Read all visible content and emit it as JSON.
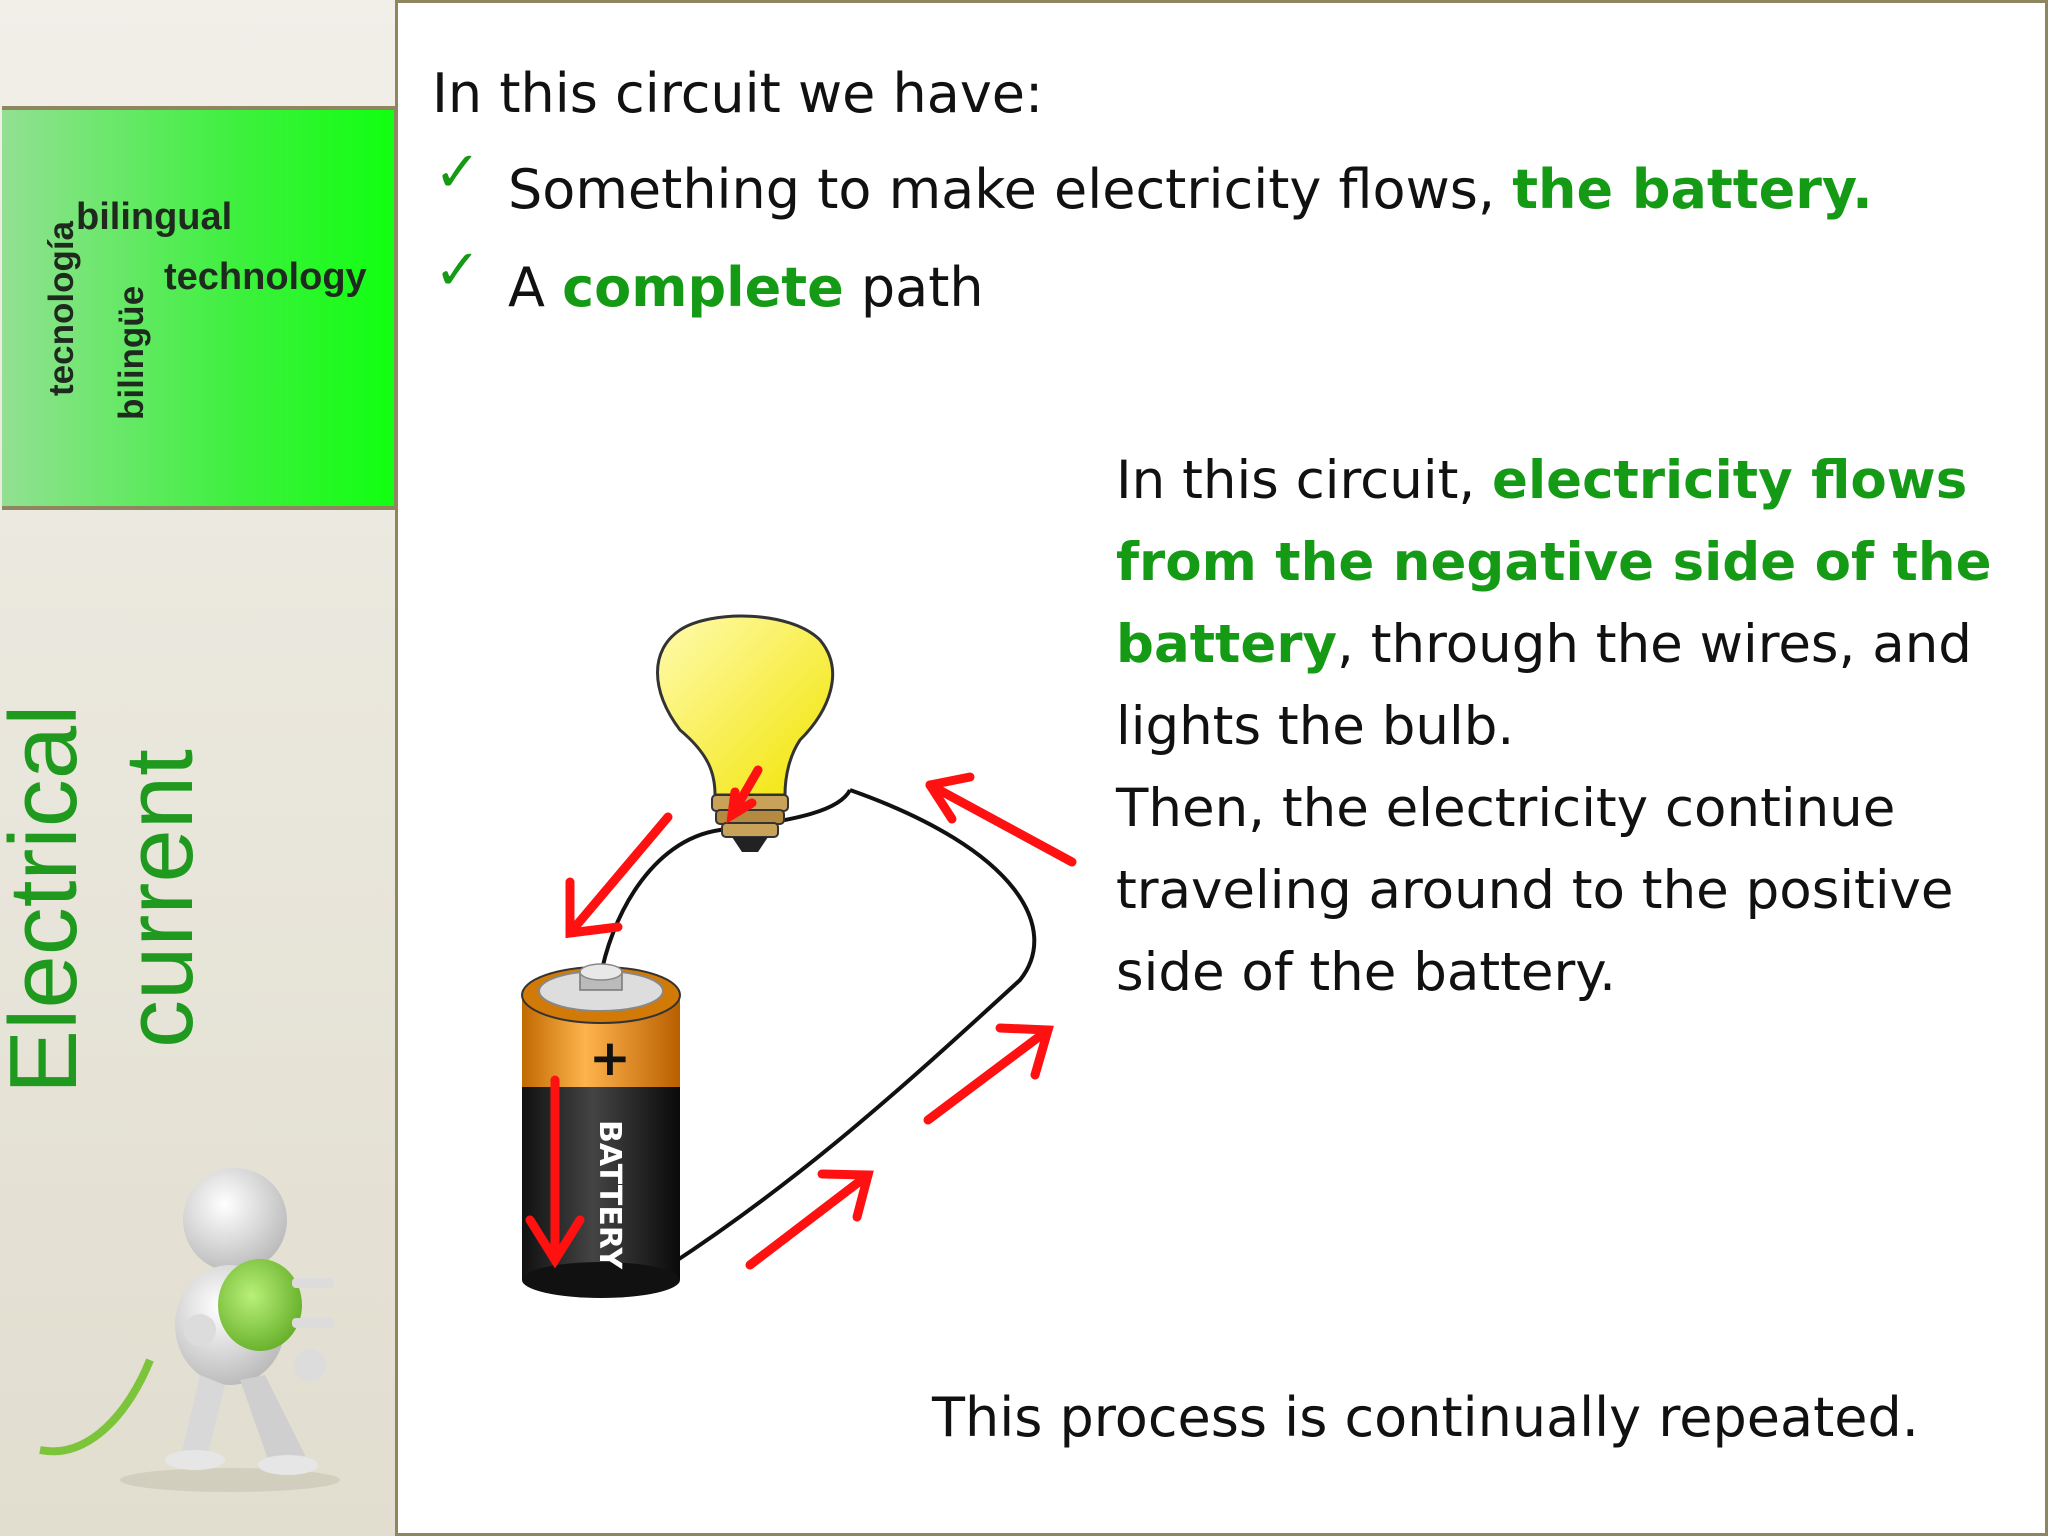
{
  "sidebar": {
    "logo": {
      "tecnologia": "tecnología",
      "bilingual": "bilingual",
      "bilingue": "bilingüe",
      "technology": "technology"
    },
    "title_line1": "Electrical",
    "title_line2": "current"
  },
  "main": {
    "heading": "In this circuit we have:",
    "bullets": [
      {
        "prefix": "Something to make electricity flows, ",
        "highlight": "the battery.",
        "suffix": ""
      },
      {
        "prefix": "A ",
        "highlight": "complete",
        "suffix": " path"
      }
    ],
    "explanation": {
      "p1_prefix": "In this circuit, ",
      "p1_highlight": "electricity flows from the negative side of the battery",
      "p1_suffix": ", through the wires, and lights the bulb.",
      "p2": "Then, the electricity continue traveling around to the positive side of the battery."
    },
    "footer": "This process is continually repeated.",
    "diagram": {
      "battery_label": "BATTERY",
      "plus_sign": "+"
    }
  },
  "colors": {
    "accent_green": "#159a15",
    "arrow_red": "#ff1111",
    "frame": "#8f8660"
  }
}
